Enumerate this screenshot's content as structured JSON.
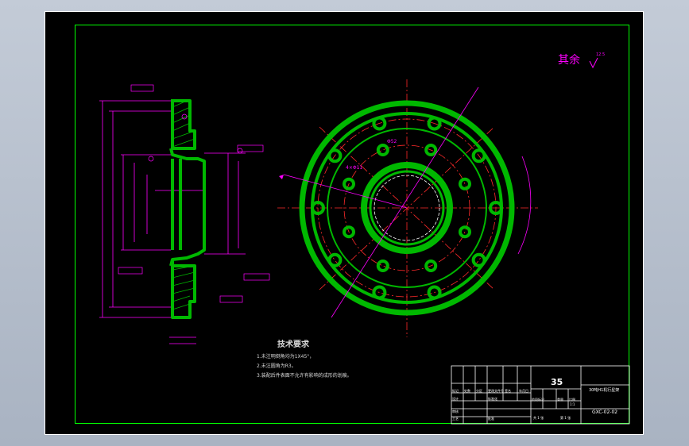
{
  "roughness_note": {
    "label": "其余",
    "value": "12.5"
  },
  "tech_requirements": {
    "title": "技术要求",
    "items": [
      "1.未注明倒角均为1X45°，",
      "2.未注圆角为R3。",
      "3.装配后件表面不允许有影响的成形的划痕。"
    ]
  },
  "title_block": {
    "material": "35",
    "part_name": "30吨H1机行星架",
    "drawing_number": "GXC-02-02",
    "header_cells": [
      "标记",
      "处数",
      "分区",
      "更改文件号",
      "签名",
      "年月日"
    ],
    "row_labels": [
      "设计",
      "标准化"
    ],
    "approval_labels": [
      "审核",
      "工艺",
      "批准"
    ],
    "stage_labels": [
      "阶段标记",
      "重量",
      "比例"
    ],
    "scale": "1:1",
    "sheet_total": "共 1 张",
    "sheet_index": "第 1 张"
  },
  "colors": {
    "sheet_bg": "#000000",
    "frame": "#00ff00",
    "part": "#00b800",
    "dimension": "#ff00ff",
    "centerline": "#ff2a2a",
    "text": "#d8d8d8",
    "title_block": "#ffffff",
    "roughness": "#ff00ff"
  }
}
